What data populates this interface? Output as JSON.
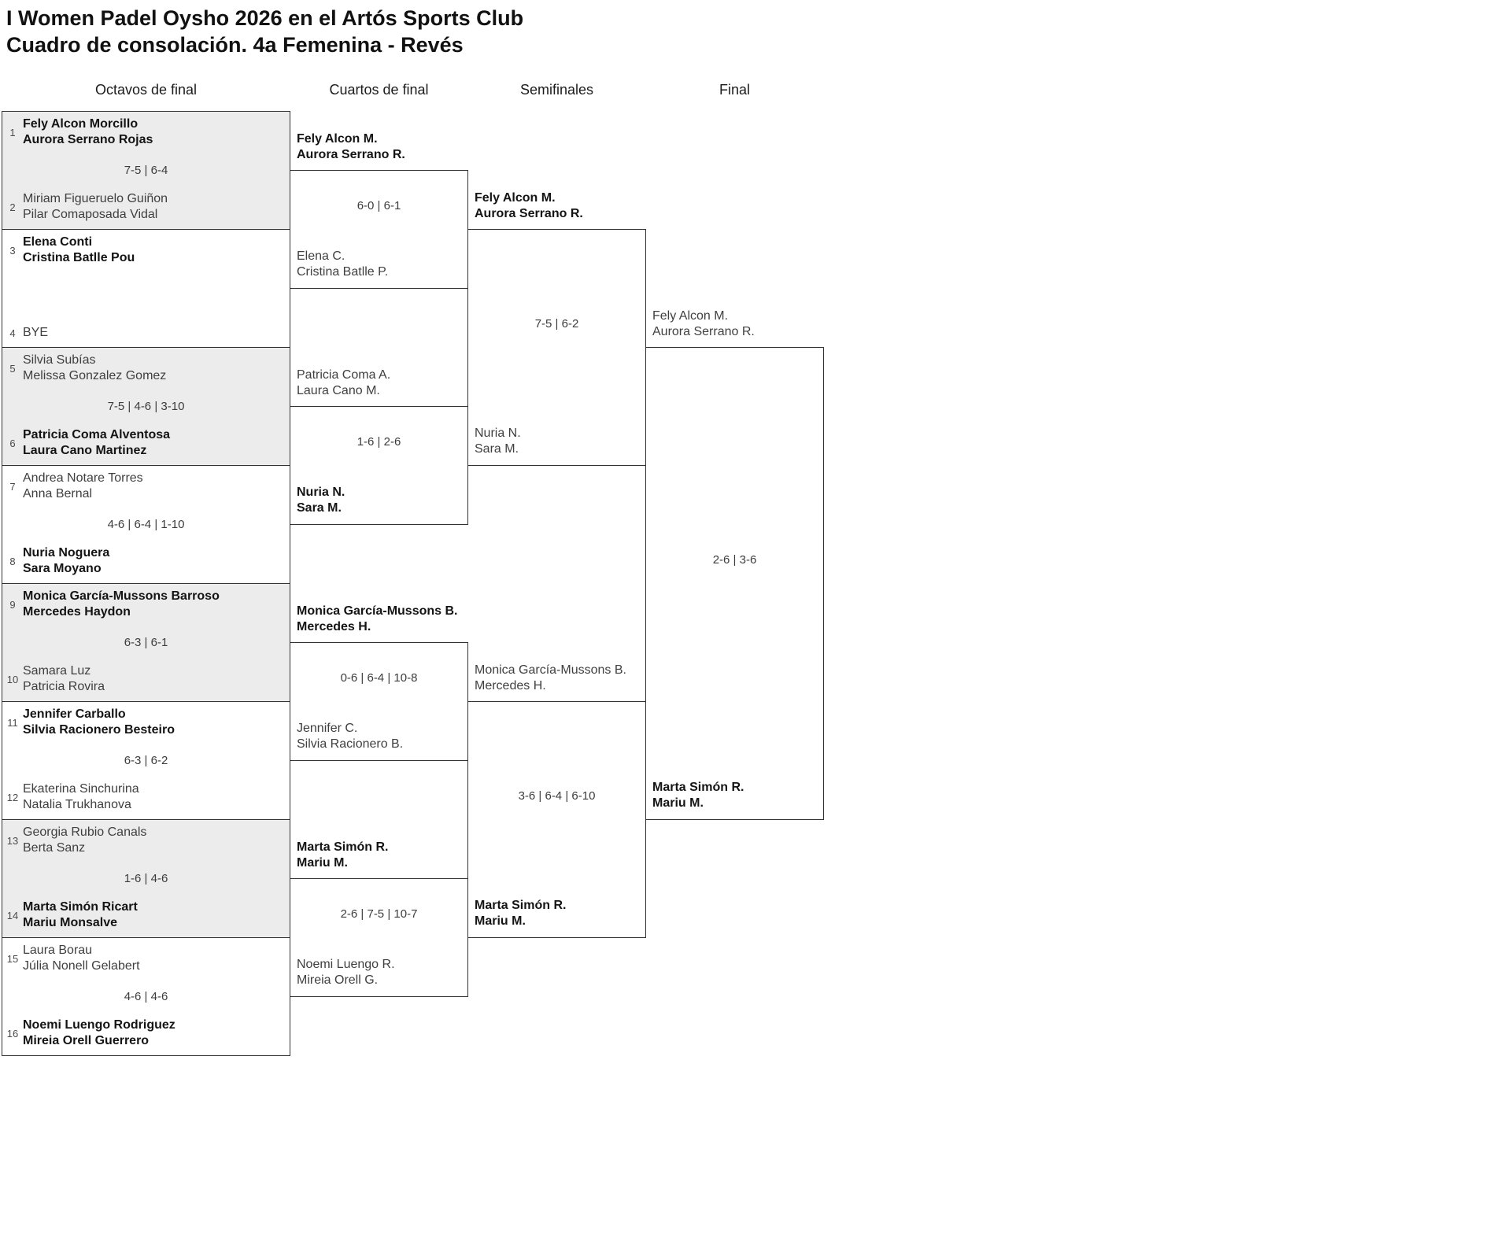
{
  "title": {
    "line1": "I Women Padel Oysho 2026 en el Artós Sports Club",
    "line2": "Cuadro de consolación. 4a Femenina - Revés"
  },
  "round_headers": [
    "Octavos de final",
    "Cuartos de final",
    "Semifinales",
    "Final"
  ],
  "colors": {
    "border": "#333333",
    "shaded_row_bg": "#ececec",
    "winner_text": "#141414",
    "normal_text": "#3f3f3f"
  },
  "bracket": {
    "r16": [
      {
        "shaded": true,
        "score": "7-5 | 6-4",
        "top": {
          "seed": "1",
          "p1": "Fely Alcon Morcillo",
          "p2": "Aurora Serrano Rojas",
          "winner": true
        },
        "bottom": {
          "seed": "2",
          "p1": "Miriam Figueruelo Guiñon",
          "p2": "Pilar Comaposada Vidal",
          "winner": false
        }
      },
      {
        "shaded": false,
        "score": "",
        "top": {
          "seed": "3",
          "p1": "Elena Conti",
          "p2": "Cristina Batlle Pou",
          "winner": true
        },
        "bottom": {
          "seed": "4",
          "p1": "BYE",
          "p2": "",
          "winner": false
        }
      },
      {
        "shaded": true,
        "score": "7-5 | 4-6 | 3-10",
        "top": {
          "seed": "5",
          "p1": "Silvia Subías",
          "p2": "Melissa Gonzalez Gomez",
          "winner": false
        },
        "bottom": {
          "seed": "6",
          "p1": "Patricia Coma Alventosa",
          "p2": "Laura Cano Martinez",
          "winner": true
        }
      },
      {
        "shaded": false,
        "score": "4-6 | 6-4 | 1-10",
        "top": {
          "seed": "7",
          "p1": "Andrea Notare Torres",
          "p2": "Anna Bernal",
          "winner": false
        },
        "bottom": {
          "seed": "8",
          "p1": "Nuria Noguera",
          "p2": "Sara Moyano",
          "winner": true
        }
      },
      {
        "shaded": true,
        "score": "6-3 | 6-1",
        "top": {
          "seed": "9",
          "p1": "Monica García-Mussons Barroso",
          "p2": "Mercedes Haydon",
          "winner": true
        },
        "bottom": {
          "seed": "10",
          "p1": "Samara Luz",
          "p2": "Patricia Rovira",
          "winner": false
        }
      },
      {
        "shaded": false,
        "score": "6-3 | 6-2",
        "top": {
          "seed": "11",
          "p1": "Jennifer Carballo",
          "p2": "Silvia Racionero Besteiro",
          "winner": true
        },
        "bottom": {
          "seed": "12",
          "p1": "Ekaterina Sinchurina",
          "p2": "Natalia Trukhanova",
          "winner": false
        }
      },
      {
        "shaded": true,
        "score": "1-6 | 4-6",
        "top": {
          "seed": "13",
          "p1": "Georgia Rubio Canals",
          "p2": "Berta Sanz",
          "winner": false
        },
        "bottom": {
          "seed": "14",
          "p1": "Marta Simón Ricart",
          "p2": "Mariu Monsalve",
          "winner": true
        }
      },
      {
        "shaded": false,
        "score": "4-6 | 4-6",
        "top": {
          "seed": "15",
          "p1": "Laura Borau",
          "p2": "Júlia Nonell Gelabert",
          "winner": false
        },
        "bottom": {
          "seed": "16",
          "p1": "Noemi Luengo Rodriguez",
          "p2": "Mireia Orell Guerrero",
          "winner": true
        }
      }
    ],
    "qf": [
      {
        "score": "6-0 | 6-1",
        "top": {
          "p1": "Fely Alcon M.",
          "p2": "Aurora Serrano R.",
          "winner": true
        },
        "bottom": {
          "p1": "Elena C.",
          "p2": "Cristina Batlle P.",
          "winner": false
        }
      },
      {
        "score": "1-6 | 2-6",
        "top": {
          "p1": "Patricia Coma A.",
          "p2": "Laura Cano M.",
          "winner": false
        },
        "bottom": {
          "p1": "Nuria N.",
          "p2": "Sara M.",
          "winner": true
        }
      },
      {
        "score": "0-6 | 6-4 | 10-8",
        "top": {
          "p1": "Monica García-Mussons B.",
          "p2": "Mercedes H.",
          "winner": true
        },
        "bottom": {
          "p1": "Jennifer C.",
          "p2": "Silvia Racionero B.",
          "winner": false
        }
      },
      {
        "score": "2-6 | 7-5 | 10-7",
        "top": {
          "p1": "Marta Simón R.",
          "p2": "Mariu M.",
          "winner": true
        },
        "bottom": {
          "p1": "Noemi Luengo R.",
          "p2": "Mireia Orell G.",
          "winner": false
        }
      }
    ],
    "sf": [
      {
        "score": "7-5 | 6-2",
        "top": {
          "p1": "Fely Alcon M.",
          "p2": "Aurora Serrano R.",
          "winner": true
        },
        "bottom": {
          "p1": "Nuria N.",
          "p2": "Sara M.",
          "winner": false
        }
      },
      {
        "score": "3-6 | 6-4 | 6-10",
        "top": {
          "p1": "Monica García-Mussons B.",
          "p2": "Mercedes H.",
          "winner": false
        },
        "bottom": {
          "p1": "Marta Simón R.",
          "p2": "Mariu M.",
          "winner": true
        }
      }
    ],
    "final": {
      "score": "2-6 | 3-6",
      "top": {
        "p1": "Fely Alcon M.",
        "p2": "Aurora Serrano R.",
        "winner": false
      },
      "bottom": {
        "p1": "Marta Simón R.",
        "p2": "Mariu M.",
        "winner": true
      }
    }
  }
}
